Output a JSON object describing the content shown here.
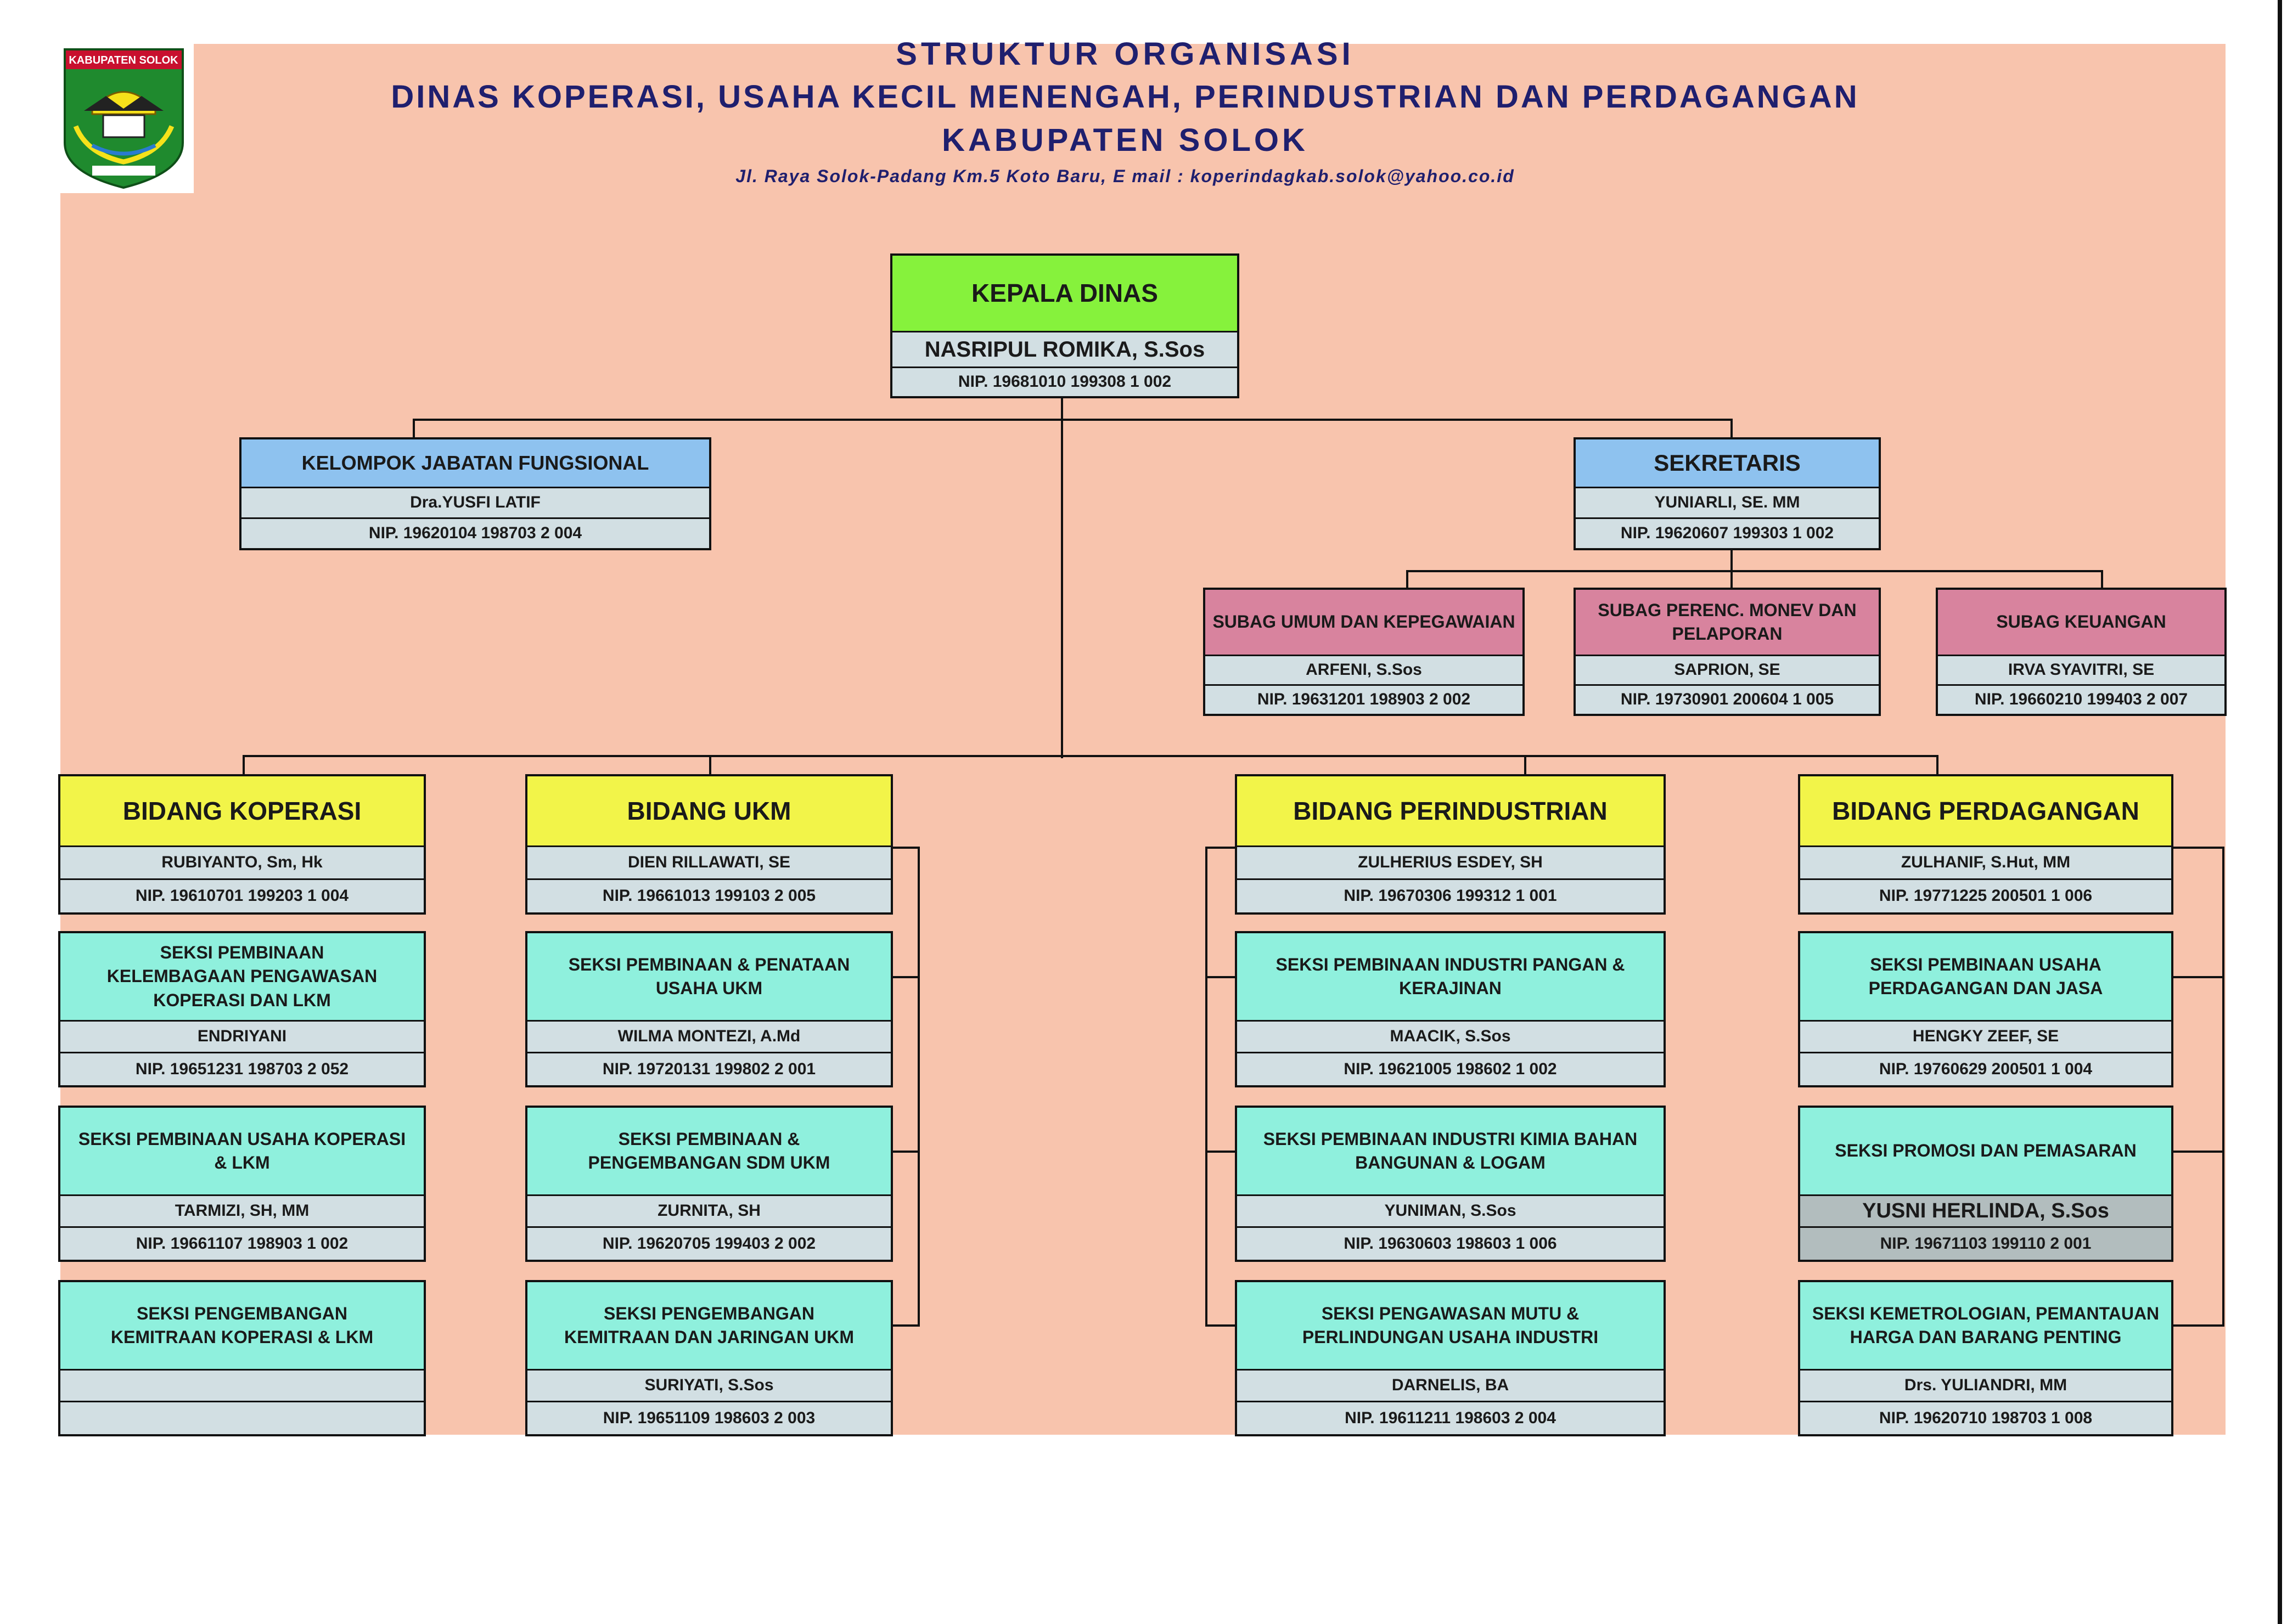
{
  "header": {
    "title": "STRUKTUR ORGANISASI",
    "subtitle": "DINAS KOPERASI, USAHA KECIL MENENGAH, PERINDUSTRIAN DAN PERDAGANGAN",
    "kabupaten": "KABUPATEN SOLOK",
    "address": "Jl. Raya Solok-Padang Km.5 Koto Baru, E mail : koperindagkab.solok@yahoo.co.id",
    "logo_text": "KABUPATEN SOLOK"
  },
  "colors": {
    "background": "#f8c4ad",
    "kepala": "#86f23c",
    "sekretaris": "#8ec2ef",
    "subag": "#d8839e",
    "bidang": "#f2f449",
    "seksi": "#8ff0dd",
    "name_cell": "#d2dfe3",
    "header_text": "#1f1f6e"
  },
  "kepala": {
    "title": "KEPALA DINAS",
    "name": "NASRIPUL ROMIKA, S.Sos",
    "nip": "NIP. 19681010 199308 1 002"
  },
  "fungsional": {
    "title": "KELOMPOK JABATAN FUNGSIONAL",
    "name": "Dra.YUSFI LATIF",
    "nip": "NIP. 19620104 198703 2 004"
  },
  "sekretaris": {
    "title": "SEKRETARIS",
    "name": "YUNIARLI, SE. MM",
    "nip": "NIP. 19620607 199303 1 002"
  },
  "subag": [
    {
      "title": "SUBAG UMUM DAN KEPEGAWAIAN",
      "name": "ARFENI, S.Sos",
      "nip": "NIP. 19631201 198903 2 002"
    },
    {
      "title": "SUBAG PERENC. MONEV DAN PELAPORAN",
      "name": "SAPRION, SE",
      "nip": "NIP. 19730901 200604 1 005"
    },
    {
      "title": "SUBAG KEUANGAN",
      "name": "IRVA SYAVITRI, SE",
      "nip": "NIP. 19660210 199403 2 007"
    }
  ],
  "bidang": [
    {
      "title": "BIDANG KOPERASI",
      "name": "RUBIYANTO, Sm, Hk",
      "nip": "NIP. 19610701 199203 1 004",
      "seksi": [
        {
          "title": "SEKSI PEMBINAAN KELEMBAGAAN PENGAWASAN KOPERASI DAN LKM",
          "name": "ENDRIYANI",
          "nip": "NIP. 19651231 198703 2 052"
        },
        {
          "title": "SEKSI PEMBINAAN USAHA KOPERASI & LKM",
          "name": "TARMIZI, SH, MM",
          "nip": "NIP. 19661107 198903 1 002"
        },
        {
          "title": "SEKSI PENGEMBANGAN KEMITRAAN KOPERASI & LKM",
          "name": "",
          "nip": ""
        }
      ]
    },
    {
      "title": "BIDANG UKM",
      "name": "DIEN RILLAWATI, SE",
      "nip": "NIP. 19661013 199103 2 005",
      "seksi": [
        {
          "title": "SEKSI PEMBINAAN & PENATAAN USAHA UKM",
          "name": "WILMA MONTEZI, A.Md",
          "nip": "NIP. 19720131 199802 2 001"
        },
        {
          "title": "SEKSI PEMBINAAN & PENGEMBANGAN SDM UKM",
          "name": "ZURNITA, SH",
          "nip": "NIP. 19620705 199403 2 002"
        },
        {
          "title": "SEKSI PENGEMBANGAN KEMITRAAN DAN JARINGAN UKM",
          "name": "SURIYATI, S.Sos",
          "nip": "NIP. 19651109 198603 2 003"
        }
      ]
    },
    {
      "title": "BIDANG PERINDUSTRIAN",
      "name": "ZULHERIUS ESDEY, SH",
      "nip": "NIP. 19670306 199312 1 001",
      "seksi": [
        {
          "title": "SEKSI PEMBINAAN INDUSTRI PANGAN & KERAJINAN",
          "name": "MAACIK, S.Sos",
          "nip": "NIP. 19621005 198602 1 002"
        },
        {
          "title": "SEKSI PEMBINAAN INDUSTRI KIMIA BAHAN BANGUNAN & LOGAM",
          "name": "YUNIMAN, S.Sos",
          "nip": "NIP. 19630603 198603 1 006"
        },
        {
          "title": "SEKSI PENGAWASAN MUTU & PERLINDUNGAN USAHA INDUSTRI",
          "name": "DARNELIS, BA",
          "nip": "NIP. 19611211 198603 2 004"
        }
      ]
    },
    {
      "title": "BIDANG PERDAGANGAN",
      "name": "ZULHANIF, S.Hut, MM",
      "nip": "NIP. 19771225 200501 1 006",
      "seksi": [
        {
          "title": "SEKSI PEMBINAAN USAHA PERDAGANGAN DAN JASA",
          "name": "HENGKY ZEEF, SE",
          "nip": "NIP. 19760629 200501 1 004"
        },
        {
          "title": "SEKSI PROMOSI DAN PEMASARAN",
          "name": "YUSNI HERLINDA, S.Sos",
          "nip": "NIP. 19671103 199110 2 001"
        },
        {
          "title": "SEKSI KEMETROLOGIAN, PEMANTAUAN HARGA DAN BARANG PENTING",
          "name": "Drs. YULIANDRI, MM",
          "nip": "NIP. 19620710 198703 1 008"
        }
      ]
    }
  ]
}
